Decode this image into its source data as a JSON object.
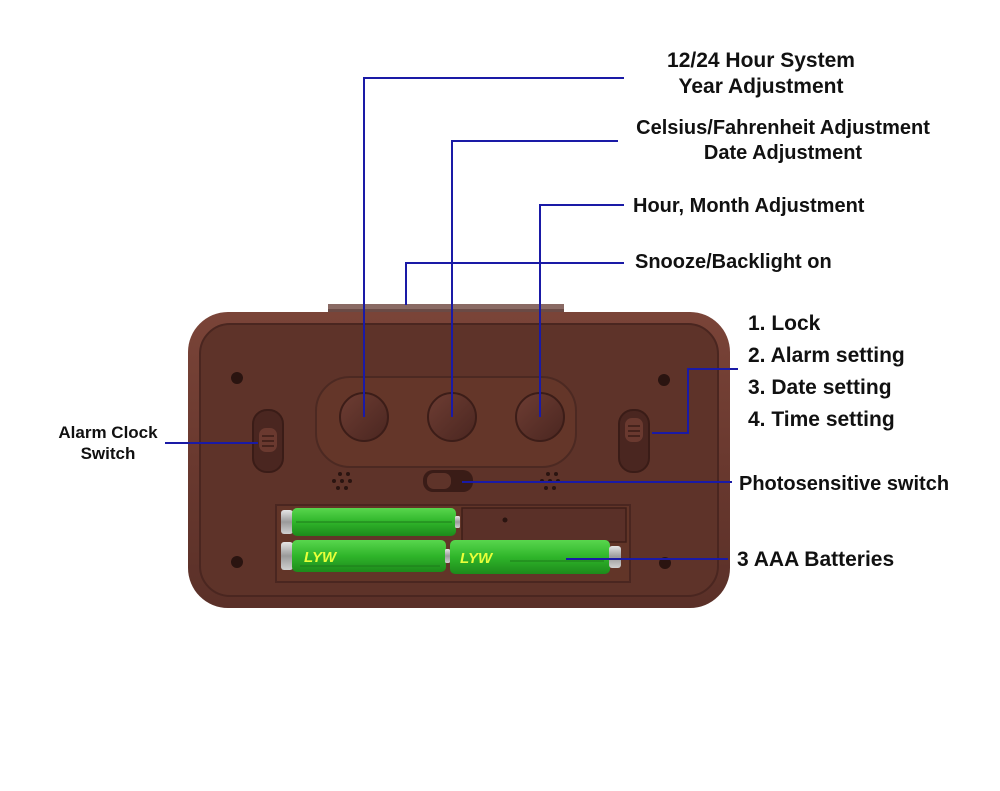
{
  "labels": {
    "hour_system": [
      "12/24 Hour System",
      "Year Adjustment"
    ],
    "celsius": [
      "Celsius/Fahrenheit Adjustment",
      "Date Adjustment"
    ],
    "hour_month": "Hour, Month Adjustment",
    "snooze": "Snooze/Backlight on",
    "alarm_clock_switch": [
      "Alarm Clock",
      "Switch"
    ],
    "photosensitive": "Photosensitive switch",
    "batteries": "3 AAA Batteries"
  },
  "mode_switch_positions": [
    "1. Lock",
    "2. Alarm setting",
    "3. Date setting",
    "4. Time setting"
  ],
  "battery_brand": "LYW",
  "colors": {
    "callout_line": "#1a1aa6",
    "clock_body": "#6b3a30",
    "clock_panel": "#5e3329",
    "battery_green": "#2fb52a",
    "text": "#111111"
  }
}
